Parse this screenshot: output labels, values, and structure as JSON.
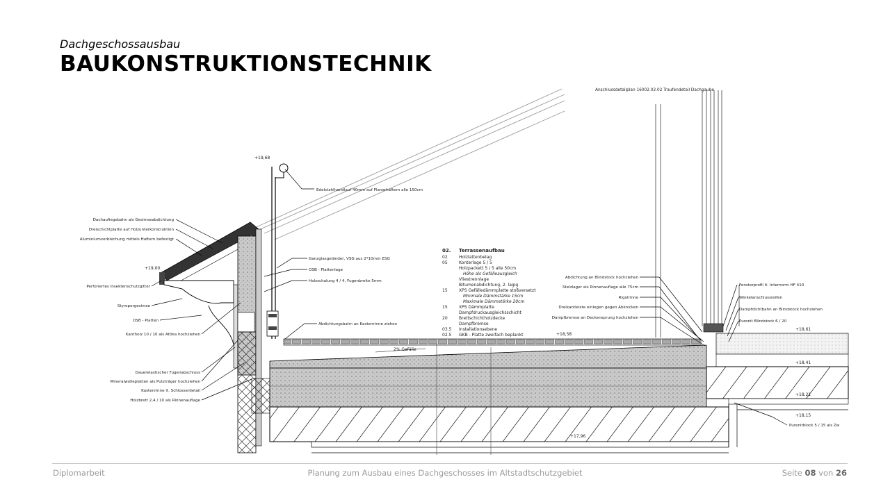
{
  "header": {
    "subtitle": "Dachgeschossausbau",
    "title": "BAUKONSTRUKTIONSTECHNIK"
  },
  "drawing": {
    "reference": "Anschlussdetailplan 16002.02.02 Traufendetail Dachgaube",
    "left_labels": [
      "Dachaufiegebahn als Gesimseabdichtung",
      "Dreischichtplatte auf Holzunterkonstruktion",
      "Aluminiumverblechung mittels Haftern befestigt",
      "Perforiertes Insektenschutzgitter",
      "Styroporgesimse",
      "OSB - Platten",
      "Kantholz 10 / 10 als Attika hochziehen",
      "Dauerelastischer Fugenabschluss",
      "Mineralwolleplatten als Putzträger hochziehen",
      "Kastenrinne lt. Schlosserdetail",
      "Holzbrett 2,4 / 10 als Rinnenauflage"
    ],
    "middle_labels": [
      "Edelstahlhandlauf 40mm auf Planarhaftern alle 150cm",
      "Ganzglasgeländer, VSG aus 2*10mm ESG",
      "OSB - Plattenlage",
      "Holzschalung 4 / 4, Fugenbreite 5mm",
      "Abdichtungsbahn an Kastenrinne ziehen"
    ],
    "right_labels": [
      "Abdichtung an Blindstock hochziehen",
      "Stelzlager als Rinnenauflage alle 75cm",
      "Rigolrinne",
      "Dreikantleiste einlegen gegen Abknicken",
      "Dampfbremse an Deckensprung hochziehen"
    ],
    "far_right_labels": [
      "Fensterprofil lt. Internorm HF 410",
      "Winkelanschlussreifen",
      "Dampfdichtbahn an Blindstock hochziehen",
      "Purenit Blindstock 6 / 20",
      "Purenitblock 5 / 15 als Zw"
    ],
    "build_up": {
      "title": "Terrassenaufbau",
      "number": "02.",
      "rows": [
        {
          "t": "02",
          "d": "Holzlattenbelag"
        },
        {
          "t": "05",
          "d": "Konterlage 5 / 5"
        },
        {
          "t": "",
          "d": "Holzpackett 5 / 5 alle 50cm"
        },
        {
          "t": "",
          "d": "Höhe als Gefälleausgleich"
        },
        {
          "t": "",
          "d": "Vliestrennlage"
        },
        {
          "t": "",
          "d": "Bitumenabdichtung, 2. lagig"
        },
        {
          "t": "15",
          "d": "XPS Gefälledämmplatte stoßversetzt"
        },
        {
          "t": "",
          "d": "Minimale Dämmstärke 15cm"
        },
        {
          "t": "",
          "d": "Maximale Dämmstärke 20cm"
        },
        {
          "t": "15",
          "d": "XPS Dämmplatte"
        },
        {
          "t": "",
          "d": "Dampfdruckausgleichsschicht"
        },
        {
          "t": "20",
          "d": "Brettschichtholzdecke"
        },
        {
          "t": "",
          "d": "Dampfbremse"
        },
        {
          "t": "03.5",
          "d": "Installationsebene"
        },
        {
          "t": "02.5",
          "d": "GKB - Platte zweifach beplankt"
        }
      ]
    },
    "levels": {
      "top": "+19,68",
      "eave": "+19,00",
      "terrace": "+18,58",
      "r1": "+18,61",
      "r2": "+18,41",
      "r3": "+18,21",
      "r4": "+18,15",
      "bottom": "+17,96"
    },
    "slope": "2% Gefälle"
  },
  "footer": {
    "left": "Diplomarbeit",
    "center": "Planung zum Ausbau eines Dachgeschosses im Altstadtschutzgebiet",
    "page_prefix": "Seite ",
    "page": "08",
    "of": " von ",
    "total": "26"
  }
}
